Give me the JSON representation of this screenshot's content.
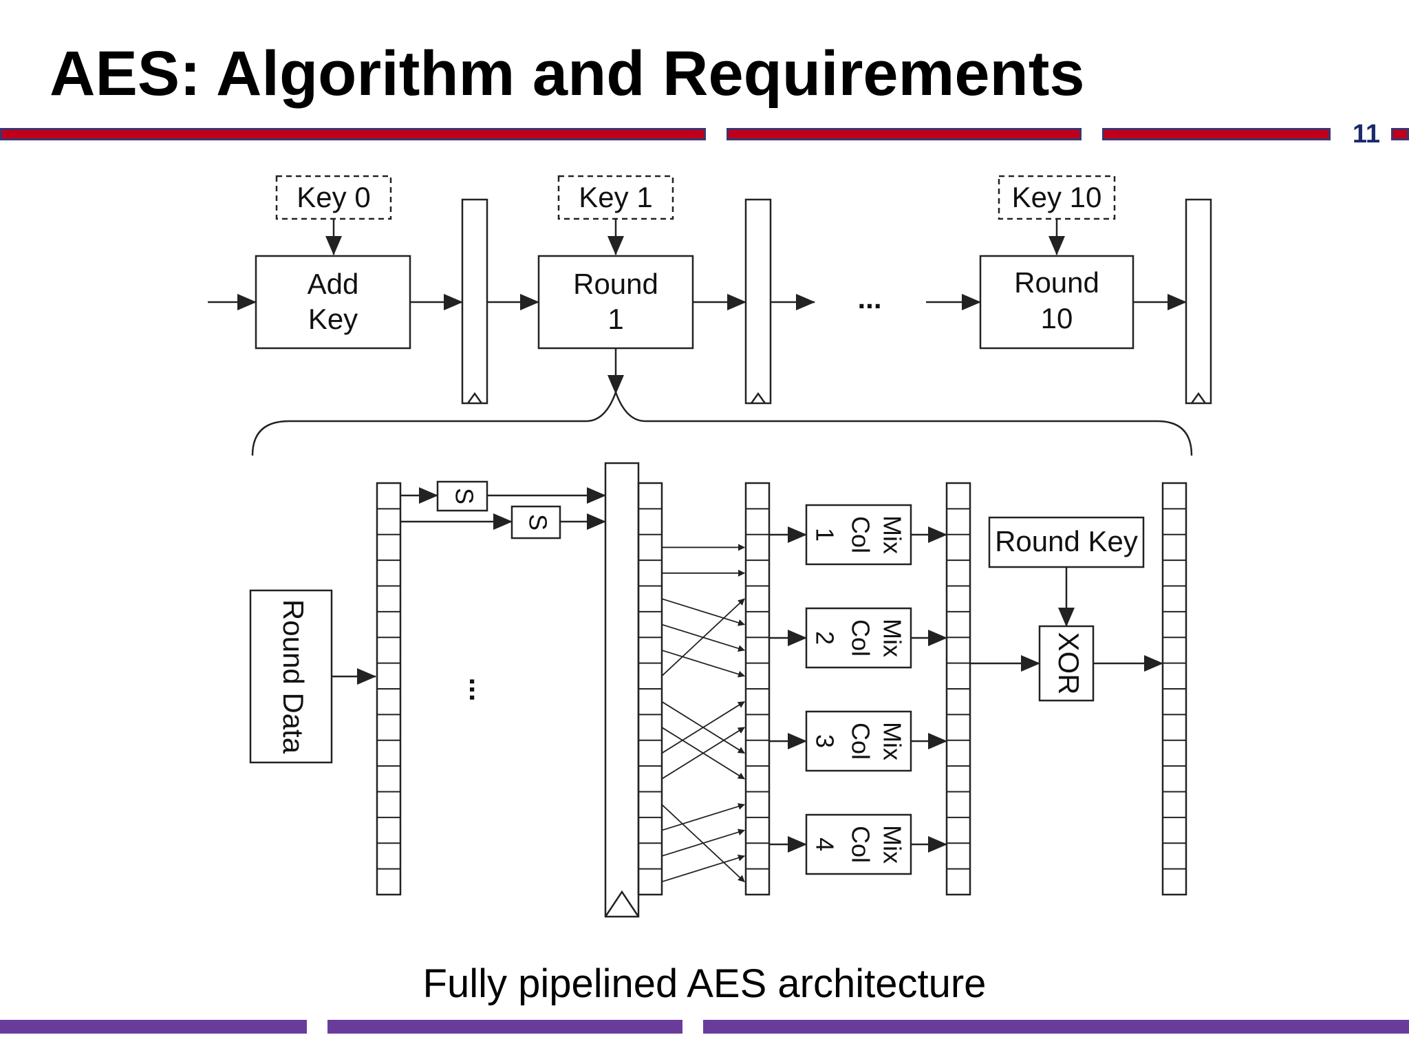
{
  "slide": {
    "title": "AES: Algorithm and Requirements",
    "page_number": "11",
    "caption": "Fully pipelined AES architecture"
  },
  "colors": {
    "top_bar_red": "#c0001a",
    "top_bar_border": "#3d3470",
    "page_number_color": "#1b2a6b",
    "bottom_bar_purple": "#6a3c9a",
    "diagram_stroke": "#222222"
  },
  "diagram": {
    "keys": [
      "Key 0",
      "Key 1",
      "Key 10"
    ],
    "blocks": {
      "add_key": [
        "Add",
        "Key"
      ],
      "round_1": [
        "Round",
        "1"
      ],
      "round_10": [
        "Round",
        "10"
      ]
    },
    "ellipsis": "...",
    "sbox_label": "S",
    "mid_ellipsis": "...",
    "round_data": "Round Data",
    "mix_col_labels": [
      [
        "Mix",
        "Col",
        "1"
      ],
      [
        "Mix",
        "Col",
        "2"
      ],
      [
        "Mix",
        "Col",
        "3"
      ],
      [
        "Mix",
        "Col",
        "4"
      ]
    ],
    "round_key": "Round Key",
    "xor": "XOR"
  }
}
